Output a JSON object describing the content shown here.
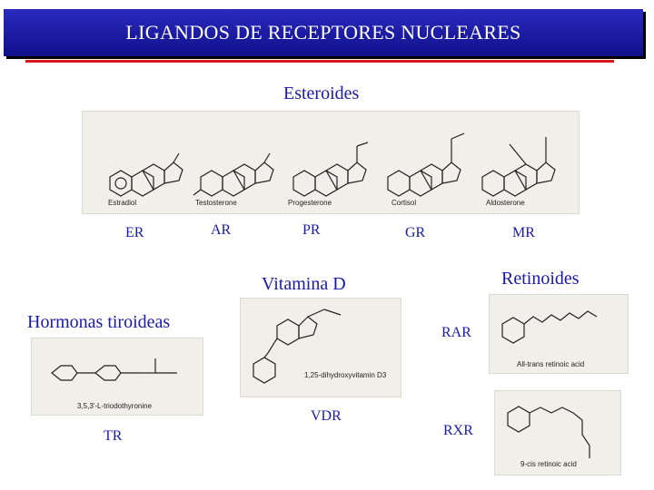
{
  "title": "LIGANDOS DE RECEPTORES NUCLEARES",
  "sections": {
    "steroids": "Esteroides",
    "vitamin_d": "Vitamina D",
    "retinoids": "Retinoides",
    "thyroid": "Hormonas tiroideas"
  },
  "receptors": {
    "er": "ER",
    "ar": "AR",
    "pr": "PR",
    "gr": "GR",
    "mr": "MR",
    "vdr": "VDR",
    "rar": "RAR",
    "rxr": "RXR",
    "tr": "TR"
  },
  "structures": {
    "estradiol": "Estradiol",
    "testosterone": "Testosterone",
    "progesterone": "Progesterone",
    "cortisol": "Cortisol",
    "aldosterone": "Aldosterone",
    "vitd": "1,25-dihydroxyvitamin D3",
    "t3": "3,5,3'-L-triodothyronine",
    "atra": "All-trans retinoic acid",
    "cis9": "9-cis retinoic acid"
  },
  "colors": {
    "title_bg": "#1a1aa8",
    "title_text": "#ffffff",
    "rule": "#d81818",
    "label": "#1a1aa8"
  }
}
